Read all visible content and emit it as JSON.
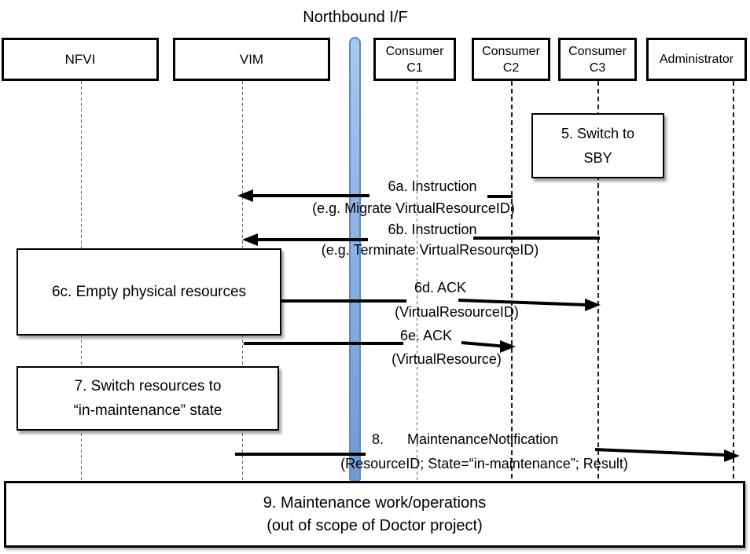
{
  "title": "Northbound I/F",
  "actors": [
    {
      "label": "NFVI"
    },
    {
      "label": "VIM"
    },
    {
      "line1": "Consumer",
      "line2": "C1"
    },
    {
      "line1": "Consumer",
      "line2": "C2"
    },
    {
      "line1": "Consumer",
      "line2": "C3"
    },
    {
      "label": "Administrator"
    }
  ],
  "steps": {
    "s5": {
      "line1": "5. Switch to",
      "line2": "SBY"
    },
    "s6a": {
      "title": "6a. Instruction",
      "detail": "(e.g. Migrate VirtualResourceID)"
    },
    "s6b": {
      "title": "6b. Instruction",
      "detail": "(e.g. Terminate VirtualResourceID)"
    },
    "s6c": {
      "text": "6c. Empty physical resources"
    },
    "s6d": {
      "title": "6d. ACK",
      "detail": "(VirtualResourceID)"
    },
    "s6e": {
      "title": "6e. ACK",
      "detail": "(VirtualResource)"
    },
    "s7": {
      "line1": "7. Switch resources to",
      "line2": "“in-maintenance” state"
    },
    "s8": {
      "num": "8.",
      "title": "MaintenanceNotification",
      "detail": "(ResourceID; State=“in-maintenance”; Result)"
    },
    "s9": {
      "line1": "9. Maintenance work/operations",
      "line2": "(out of scope of Doctor project)"
    }
  },
  "colors": {
    "bar_fill": "#8eb4e3",
    "bar_border": "#5f8ac2",
    "arrow": "#000000",
    "box_border": "#000000"
  }
}
